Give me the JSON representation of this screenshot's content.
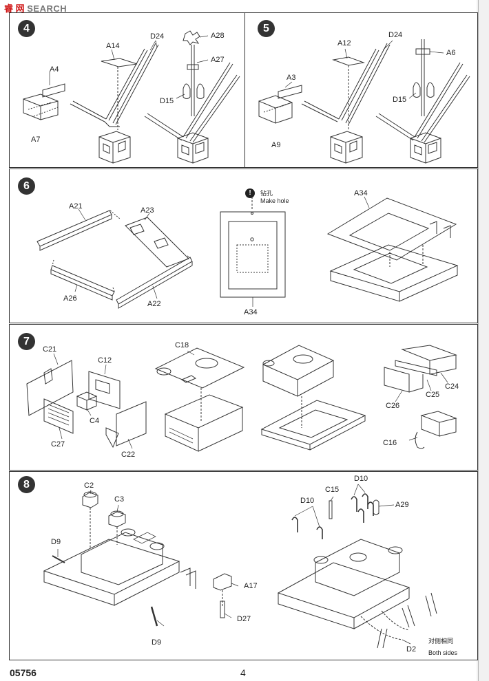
{
  "watermark": {
    "cn_text": "睿 网",
    "en_text": "SEARCH"
  },
  "footer": {
    "code": "05756",
    "page": "4"
  },
  "steps": {
    "s4": {
      "number": "4",
      "labels": {
        "a4": "A4",
        "a7": "A7",
        "a14": "A14",
        "d24": "D24",
        "a28": "A28",
        "a27": "A27",
        "d15": "D15"
      }
    },
    "s5": {
      "number": "5",
      "labels": {
        "a3": "A3",
        "a9": "A9",
        "a12": "A12",
        "d24": "D24",
        "a6": "A6",
        "d15": "D15"
      }
    },
    "s6": {
      "number": "6",
      "labels": {
        "a21": "A21",
        "a23": "A23",
        "a26": "A26",
        "a22": "A22",
        "a34_top": "A34",
        "a34_bottom": "A34"
      },
      "note": {
        "icon": "drill-icon",
        "cn": "钻孔",
        "en": "Make hole"
      }
    },
    "s7": {
      "number": "7",
      "labels": {
        "c21": "C21",
        "c12": "C12",
        "c4": "C4",
        "c27": "C27",
        "c22": "C22",
        "c18": "C18",
        "c24": "C24",
        "c25": "C25",
        "c26": "C26",
        "c16": "C16"
      }
    },
    "s8": {
      "number": "8",
      "labels": {
        "c2": "C2",
        "c3": "C3",
        "d9_top": "D9",
        "d9_bottom": "D9",
        "a17": "A17",
        "d27": "D27",
        "d10_top": "D10",
        "d10_left": "D10",
        "c15": "C15",
        "a29": "A29",
        "d2": "D2"
      },
      "note": {
        "cn": "对侧相同",
        "en": "Both sides"
      }
    }
  }
}
